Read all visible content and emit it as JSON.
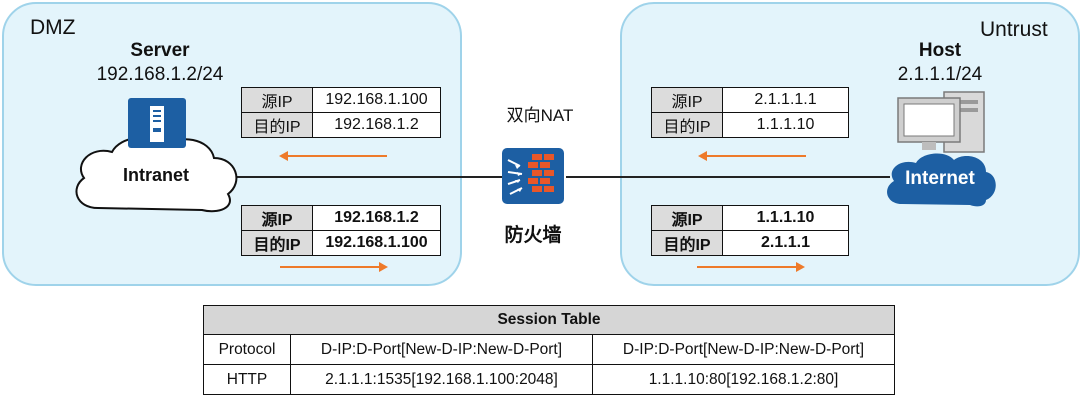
{
  "dmz": {
    "zone_label": "DMZ",
    "node_title": "Server",
    "node_ip": "192.168.1.2/24",
    "cloud_label": "Intranet",
    "table_top": {
      "src_key": "源IP",
      "src_val": "192.168.1.100",
      "dst_key": "目的IP",
      "dst_val": "192.168.1.2"
    },
    "table_bottom": {
      "src_key": "源IP",
      "src_val": "192.168.1.2",
      "dst_key": "目的IP",
      "dst_val": "192.168.1.100"
    }
  },
  "untrust": {
    "zone_label": "Untrust",
    "node_title": "Host",
    "node_ip": "2.1.1.1/24",
    "cloud_label": "Internet",
    "table_top": {
      "src_key": "源IP",
      "src_val": "2.1.1.1.1",
      "dst_key": "目的IP",
      "dst_val": "1.1.1.10"
    },
    "table_bottom": {
      "src_key": "源IP",
      "src_val": "1.1.1.10",
      "dst_key": "目的IP",
      "dst_val": "2.1.1.1"
    }
  },
  "firewall": {
    "top_label": "双向NAT",
    "bottom_label": "防火墙"
  },
  "session_table": {
    "title": "Session Table",
    "headers": [
      "Protocol",
      "D-IP:D-Port[New-D-IP:New-D-Port]",
      "D-IP:D-Port[New-D-IP:New-D-Port]"
    ],
    "rows": [
      [
        "HTTP",
        "2.1.1.1:1535[192.168.1.100:2048]",
        "1.1.1.10:80[192.168.1.2:80]"
      ]
    ]
  },
  "colors": {
    "zone_fill": "#e3f4fb",
    "zone_border": "#9fd3ea",
    "arrow": "#ee7a2a",
    "server_blue": "#1d5fa3",
    "internet_blue": "#1d5fa3"
  },
  "icons": {
    "server": "server-icon",
    "intranet": "intranet-cloud-icon",
    "host": "host-computer-icon",
    "internet": "internet-cloud-icon",
    "firewall": "firewall-icon"
  }
}
